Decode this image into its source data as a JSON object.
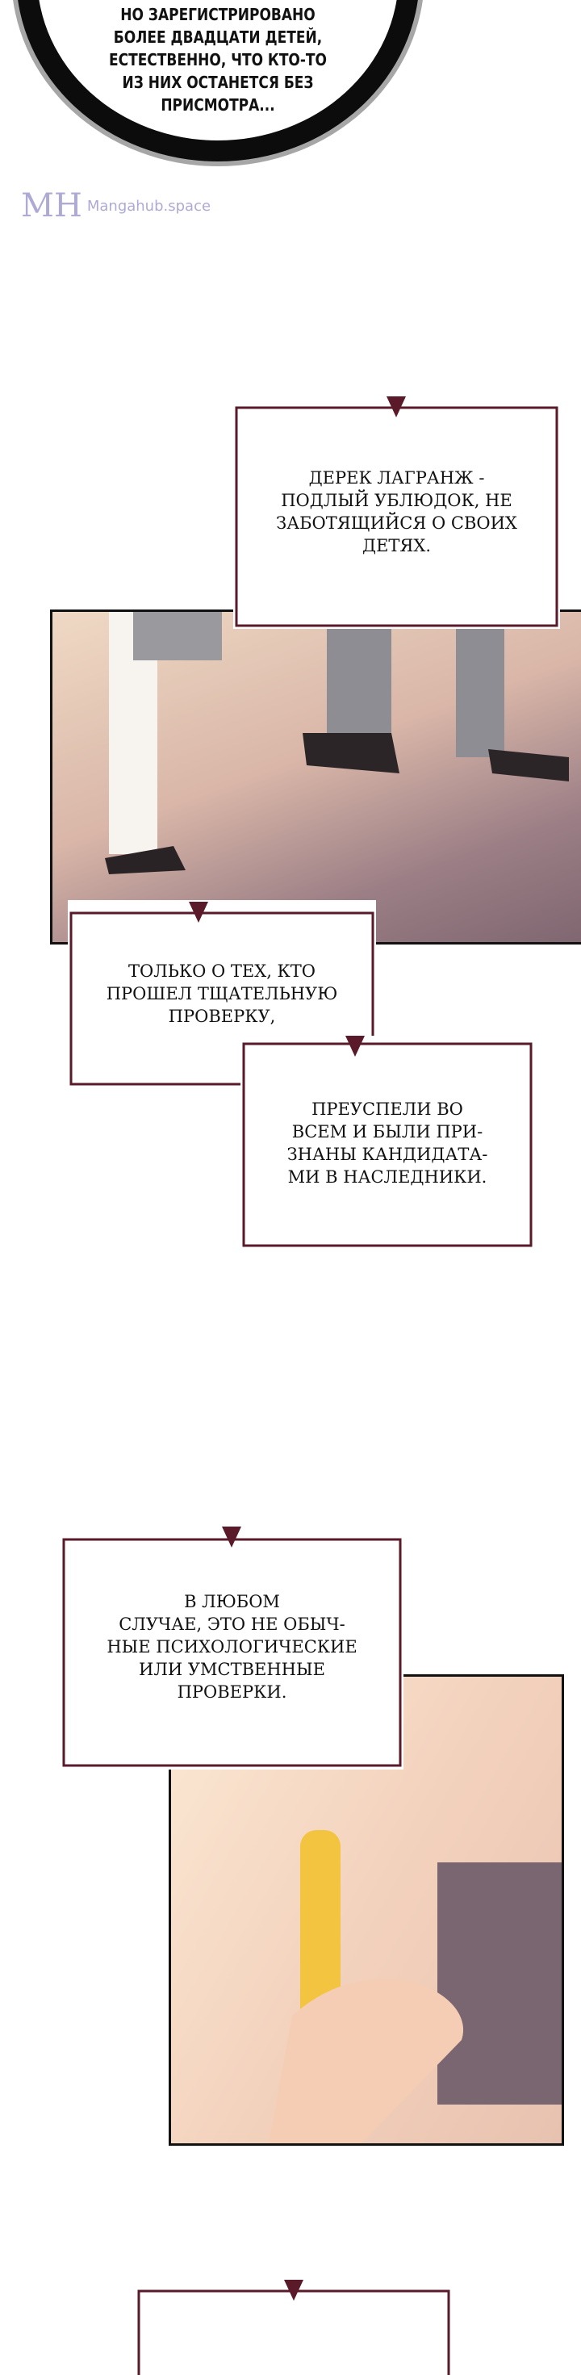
{
  "bubble_text": "НО ЗАРЕГИСТРИРОВАНО\nБОЛЕЕ ДВАДЦАТИ ДЕТЕЙ,\nЕСТЕСТВЕННО, ЧТО КТО-ТО\nИЗ НИХ ОСТАНЕТСЯ БЕЗ\nПРИСМОТРА...",
  "watermark": {
    "logo": "MH",
    "text": "Mangahub.space"
  },
  "captions": [
    "ДЕРЕК ЛАГРАНЖ -\nПОДЛЫЙ УБЛЮДОК, НЕ\nЗАБОТЯЩИЙСЯ О СВОИХ\nДЕТЯХ.",
    "ТОЛЬКО О ТЕХ, КТО\nПРОШЕЛ ТЩАТЕЛЬНУЮ\nПРОВЕРКУ,",
    "ПРЕУСПЕЛИ ВО\nВСЕМ И БЫЛИ ПРИ-\nЗНАНЫ КАНДИДАТА-\nМИ В НАСЛЕДНИКИ.",
    "В ЛЮБОМ\nСЛУЧАЕ, ЭТО НЕ ОБЫЧ-\nНЫЕ ПСИХОЛОГИЧЕСКИЕ\nИЛИ УМСТВЕННЫЕ\nПРОВЕРКИ."
  ],
  "frame_color": "#5a1a2a"
}
